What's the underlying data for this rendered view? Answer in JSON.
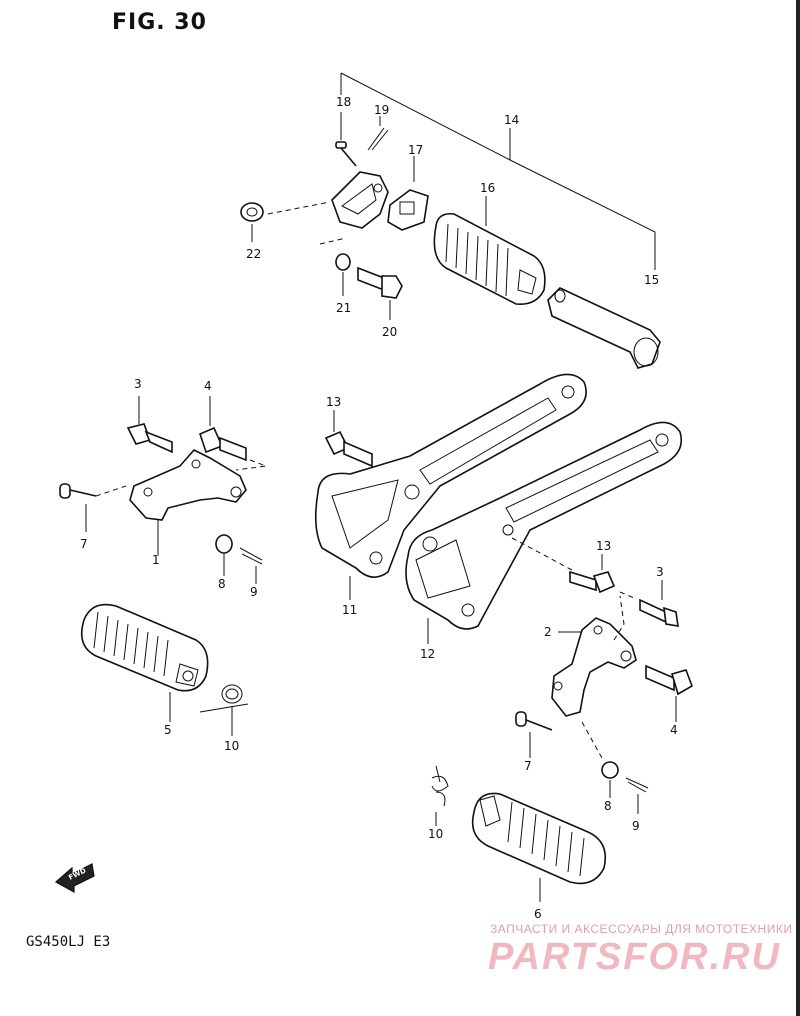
{
  "figure_title": "FIG. 30",
  "model_code": "GS450LJ  E3",
  "fwd_label": "FWD",
  "watermark": {
    "tagline": "ЗАПЧАСТИ И АКСЕССУАРЫ ДЛЯ МОТОТЕХНИКИ",
    "logo": "PARTSFOR.RU"
  },
  "callouts": {
    "c1": "1",
    "c2": "2",
    "c3a": "3",
    "c3b": "3",
    "c4a": "4",
    "c4b": "4",
    "c5": "5",
    "c6": "6",
    "c7a": "7",
    "c7b": "7",
    "c8a": "8",
    "c8b": "8",
    "c9a": "9",
    "c9b": "9",
    "c10a": "10",
    "c10b": "10",
    "c11": "11",
    "c12": "12",
    "c13a": "13",
    "c13b": "13",
    "c14": "14",
    "c15": "15",
    "c16": "16",
    "c17": "17",
    "c18": "18",
    "c19": "19",
    "c20": "20",
    "c21": "21",
    "c22": "22"
  }
}
